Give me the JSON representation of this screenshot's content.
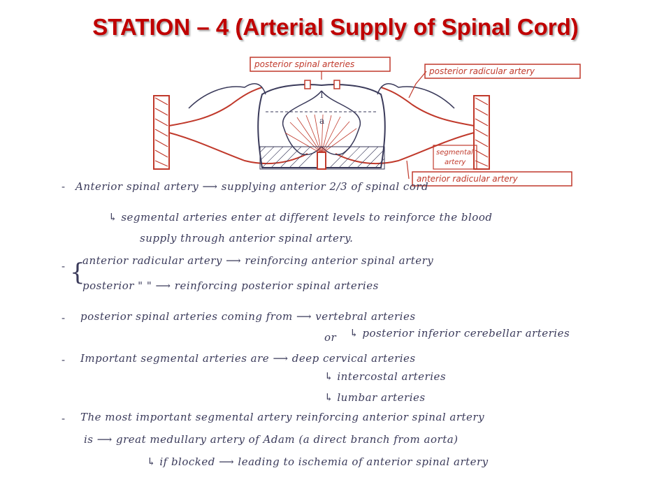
{
  "title": "STATION – 4 (Arterial Supply of Spinal Cord)",
  "colors": {
    "title": "#c00000",
    "ink_red": "#c0392b",
    "ink_blue": "#3a3a5a"
  },
  "diagram": {
    "labels": {
      "posterior_spinal_arteries": "posterior spinal arteries",
      "posterior_radicular_artery": "posterior radicular artery",
      "segmental_artery_line1": "segmental",
      "segmental_artery_line2": "artery",
      "anterior_radicular_artery": "anterior radicular artery"
    },
    "cord_marks": {
      "posterior": "I",
      "anterior": "a"
    }
  },
  "notes": {
    "line1": "Anterior spinal artery ⟶ supplying anterior 2/3 of spinal cord",
    "line2": "↳ segmental arteries enter at different levels to reinforce the blood",
    "line3": "supply through anterior spinal artery.",
    "line4": "anterior radicular artery ⟶ reinforcing anterior spinal artery",
    "line5": "posterior     \"      \"   ⟶ reinforcing posterior spinal arteries",
    "line6": "posterior spinal arteries coming from ⟶ vertebral arteries",
    "line6_or": "or",
    "line7": "↳ posterior inferior cerebellar arteries",
    "line8": "Important segmental arteries are ⟶ deep cervical arteries",
    "line9": "↳ intercostal arteries",
    "line10": "↳ lumbar arteries",
    "line11": "The most important segmental artery reinforcing anterior spinal artery",
    "line12": "is ⟶ great medullary artery of Adam (a direct branch from aorta)",
    "line13": "↳ if blocked ⟶ leading to ischemia of anterior spinal artery",
    "dash": "-",
    "brace": "{"
  }
}
